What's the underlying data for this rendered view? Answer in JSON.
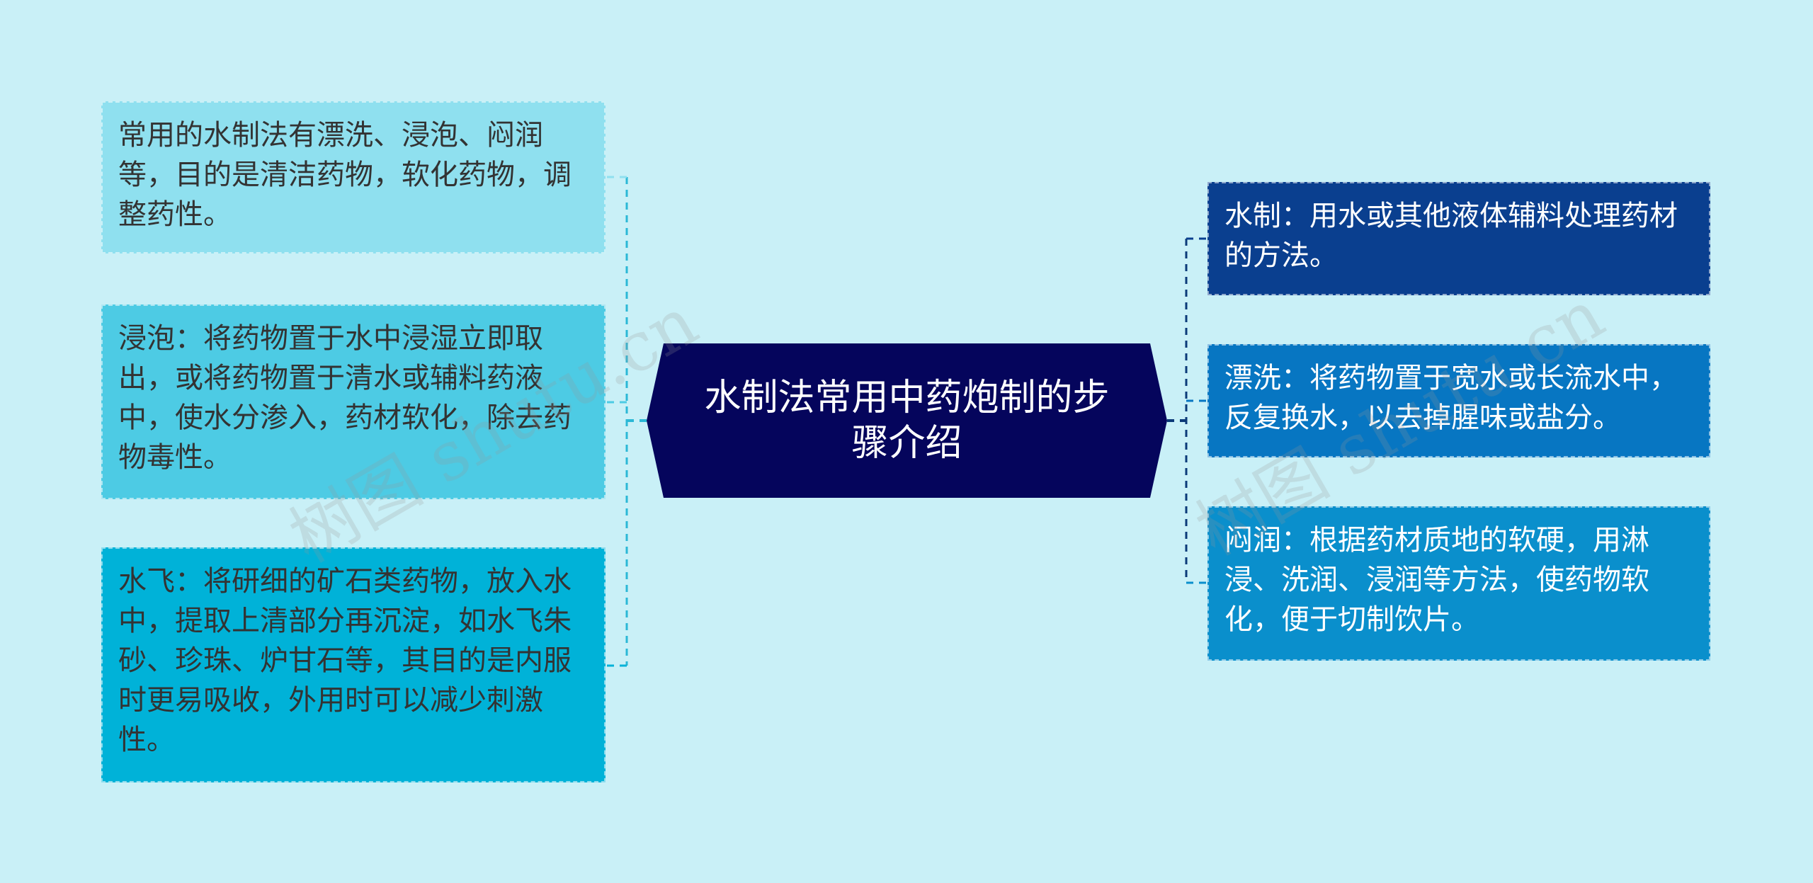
{
  "colors": {
    "background": "#c9f0f7",
    "center_fill": "#05055c",
    "left_1": "#8fe0ef",
    "left_2": "#4dcbe4",
    "left_3": "#00b2d8",
    "right_1": "#0a3f8f",
    "right_2": "#0776c2",
    "right_3": "#0a8fcc",
    "left_connector": "#2bb8d6",
    "right_connector": "#0b3a78"
  },
  "center": {
    "label": "水制法常用中药炮制的步骤介绍"
  },
  "left_nodes": [
    {
      "text": "常用的水制法有漂洗、浸泡、闷润等，目的是清洁药物，软化药物，调整药性。"
    },
    {
      "text": "浸泡：将药物置于水中浸湿立即取出，或将药物置于清水或辅料药液中，使水分渗入，药材软化，除去药物毒性。"
    },
    {
      "text": "水飞：将研细的矿石类药物，放入水中，提取上清部分再沉淀，如水飞朱砂、珍珠、炉甘石等，其目的是内服时更易吸收，外用时可以减少刺激性。"
    }
  ],
  "right_nodes": [
    {
      "text": "水制：用水或其他液体辅料处理药材的方法。"
    },
    {
      "text": "漂洗：将药物置于宽水或长流水中，反复换水，以去掉腥味或盐分。"
    },
    {
      "text": "闷润：根据药材质地的软硬，用淋浸、洗润、浸润等方法，使药物软化，便于切制饮片。"
    }
  ],
  "watermark": {
    "text": "树图 shutu.cn"
  }
}
